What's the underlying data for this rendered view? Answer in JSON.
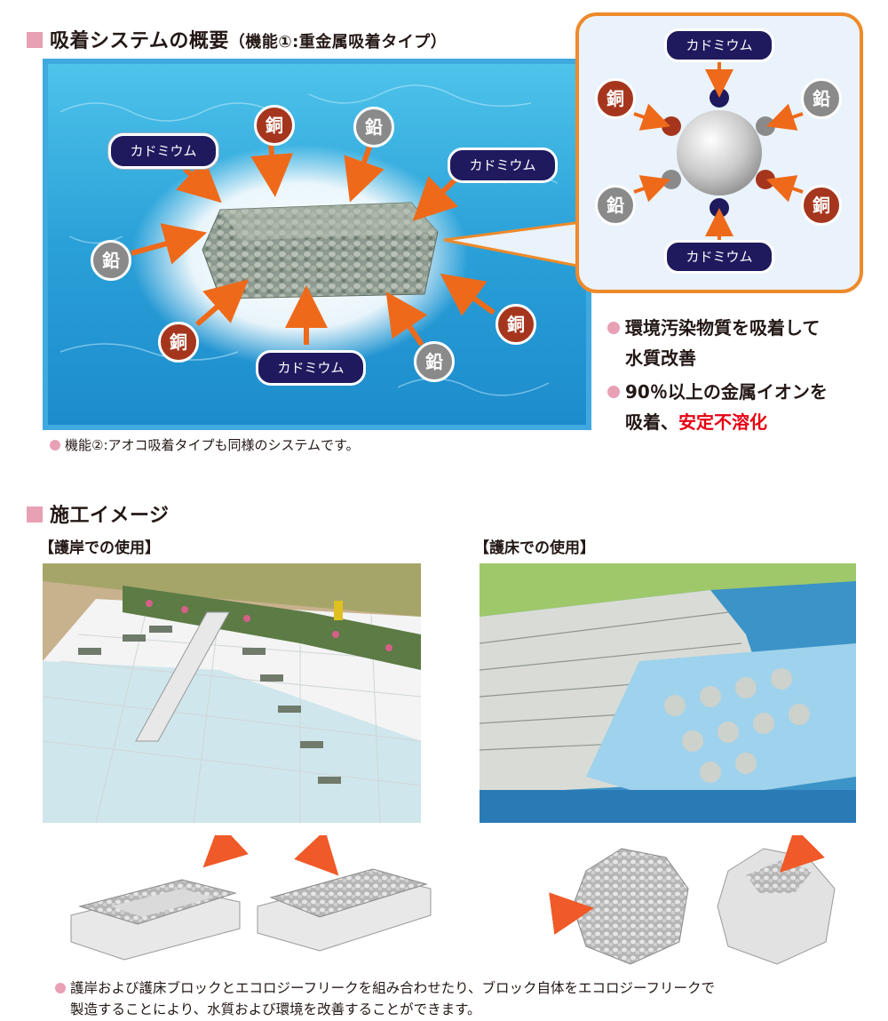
{
  "section1": {
    "title": "吸着システムの概要",
    "title_paren": "（機能①:重金属吸着タイプ）",
    "labels": {
      "cadmium": "カドミウム",
      "copper": "銅",
      "lead": "鉛"
    },
    "note": "機能②:アオコ吸着タイプも同様のシステムです。",
    "bullets": [
      {
        "line1": "環境汚染物質を吸着して",
        "line2": "水質改善"
      },
      {
        "line1": "90％以上の金属イオンを",
        "line2_prefix": "吸着、",
        "line2_highlight": "安定不溶化"
      }
    ]
  },
  "section2": {
    "title": "施工イメージ",
    "left_caption": "【護岸での使用】",
    "right_caption": "【護床での使用】",
    "footnote_line1": "護岸および護床ブロックとエコロジーフリークを組み合わせたり、ブロック自体をエコロジーフリークで",
    "footnote_line2": "製造することにより、水質および環境を改善することができます。"
  },
  "colors": {
    "accent_pink": "#e8a0b4",
    "copper": "#a5361d",
    "lead": "#8a8a8a",
    "cadmium": "#1f1a5e",
    "arrow": "#ee6a1a",
    "frame_blue": "#3fa9e0",
    "callout_orange": "#ee8a2a",
    "highlight_red": "#e60012"
  },
  "icons": [
    "square-marker-icon",
    "bullet-dot-icon",
    "arrow-icon"
  ]
}
